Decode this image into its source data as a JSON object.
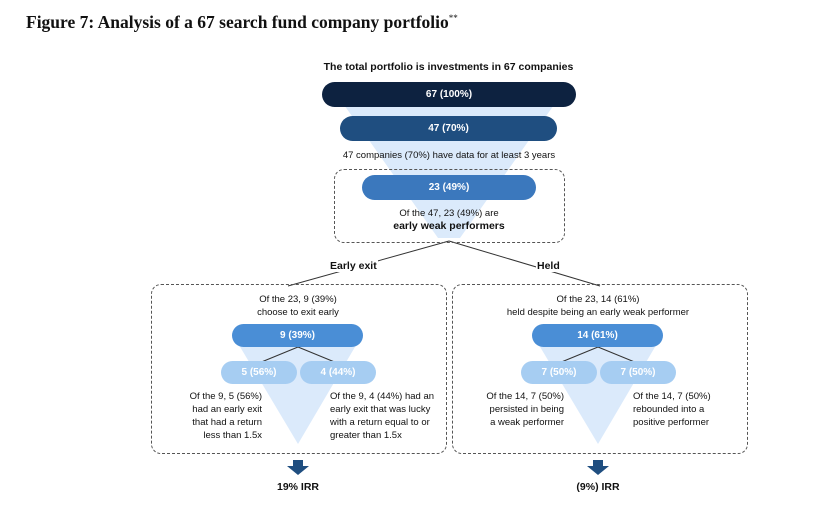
{
  "figure": {
    "title": "Figure 7: Analysis of a 67 search fund company portfolio",
    "title_note": "**"
  },
  "header": "The total portfolio is investments in 67 companies",
  "funnel": {
    "level1": "67 (100%)",
    "level2": "47 (70%)",
    "level2_caption": "47 companies (70%) have data for at least 3 years",
    "level3": "23 (49%)",
    "level3_caption_line1": "Of the 47, 23 (49%) are",
    "level3_caption_line2": "early weak performers"
  },
  "branches": {
    "left_label": "Early exit",
    "right_label": "Held"
  },
  "early_exit": {
    "intro_line1": "Of the 23, 9 (39%)",
    "intro_line2": "choose to exit early",
    "node": "9 (39%)",
    "sub_left": "5 (56%)",
    "sub_right": "4 (44%)",
    "left_desc": [
      "Of the 9, 5 (56%)",
      "had an early exit",
      "that had a return",
      "less than 1.5x"
    ],
    "right_desc": [
      "Of the 9, 4 (44%) had an",
      "early exit that was lucky",
      "with a return equal to or",
      "greater than 1.5x"
    ],
    "irr": "19% IRR"
  },
  "held": {
    "intro_line1": "Of the 23, 14 (61%)",
    "intro_line2": "held despite being an early weak performer",
    "node": "14 (61%)",
    "sub_left": "7 (50%)",
    "sub_right": "7 (50%)",
    "left_desc": [
      "Of the 14, 7 (50%)",
      "persisted in being",
      "a weak performer"
    ],
    "right_desc": [
      "Of the 14, 7 (50%)",
      "rebounded into a",
      "positive performer"
    ],
    "irr": "(9%) IRR"
  },
  "colors": {
    "navy": "#0d2240",
    "dark_blue": "#1f4e80",
    "mid_blue": "#3b78bd",
    "node_blue": "#4a8ed6",
    "light_blue": "#a6cdf2",
    "funnel_fill": "#dbeafb",
    "arrow": "#1f4e80"
  }
}
